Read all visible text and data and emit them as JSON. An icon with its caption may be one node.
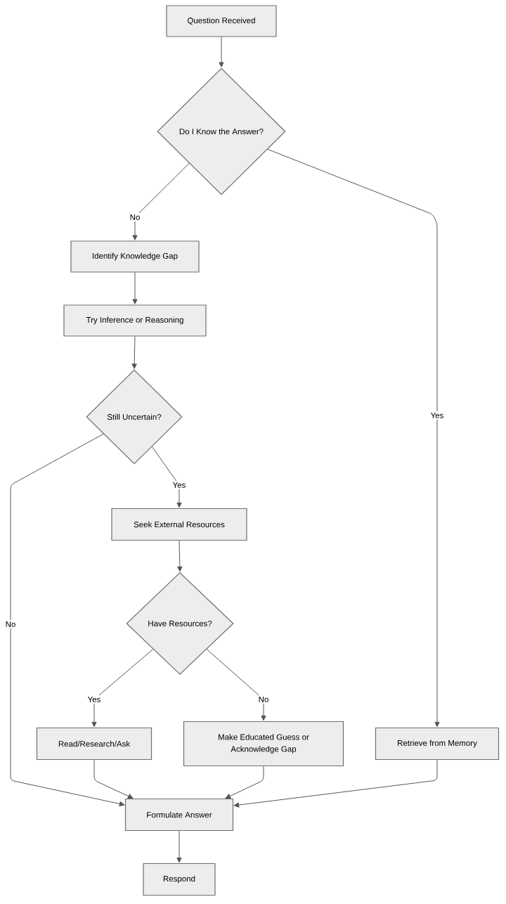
{
  "diagram": {
    "nodes": [
      {
        "text": [
          "Question Received"
        ]
      },
      {
        "text": [
          "Do I Know the Answer?"
        ]
      },
      {
        "text": [
          "Identify Knowledge Gap"
        ]
      },
      {
        "text": [
          "Try Inference or Reasoning"
        ]
      },
      {
        "text": [
          "Still Uncertain?"
        ]
      },
      {
        "text": [
          "Seek External Resources"
        ]
      },
      {
        "text": [
          "Have Resources?"
        ]
      },
      {
        "text": [
          "Read/Research/Ask"
        ]
      },
      {
        "text": [
          "Make Educated Guess or Acknowledge Gap"
        ]
      },
      {
        "text": [
          "Retrieve from Memory"
        ]
      },
      {
        "text": [
          "Formulate Answer"
        ]
      },
      {
        "text": [
          "Respond"
        ]
      }
    ],
    "edges": [
      {
        "from": 0,
        "to": 1,
        "arrow": "to"
      },
      {
        "from": 1,
        "to": 2,
        "arrow": "to",
        "label": "No"
      },
      {
        "from": 1,
        "to": 9,
        "arrow": "to",
        "label": "Yes"
      },
      {
        "from": 2,
        "to": 3,
        "arrow": "to"
      },
      {
        "from": 3,
        "to": 4,
        "arrow": "to"
      },
      {
        "from": 4,
        "to": 10,
        "arrow": "to",
        "label": "No"
      },
      {
        "from": 4,
        "to": 5,
        "arrow": "to",
        "label": "Yes"
      },
      {
        "from": 5,
        "to": 6,
        "arrow": "to"
      },
      {
        "from": 6,
        "to": 7,
        "arrow": "to",
        "label": "Yes"
      },
      {
        "from": 6,
        "to": 8,
        "arrow": "to",
        "label": "No"
      },
      {
        "from": 7,
        "to": 10,
        "arrow": "to"
      },
      {
        "from": 8,
        "to": 10,
        "arrow": "to"
      },
      {
        "from": 9,
        "to": 10,
        "arrow": "to"
      },
      {
        "from": 10,
        "to": 11,
        "arrow": "to"
      }
    ]
  }
}
